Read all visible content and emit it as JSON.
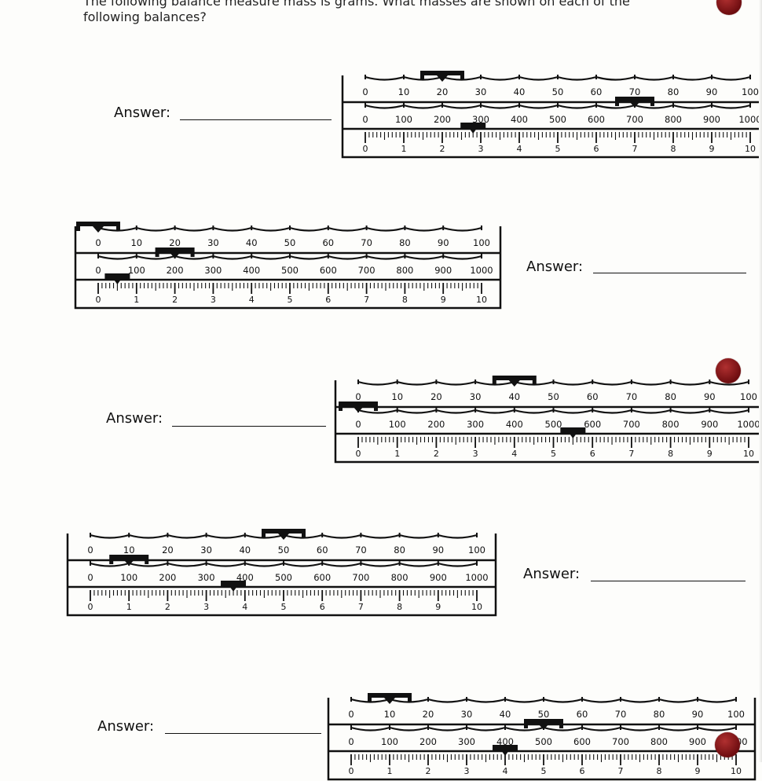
{
  "header": {
    "line1": "The following balance measure mass is grams.  What masses are shown on each of the",
    "line2": "following balances?"
  },
  "answer_label": "Answer:",
  "scales": {
    "tens": [
      "0",
      "10",
      "20",
      "30",
      "40",
      "50",
      "60",
      "70",
      "80",
      "90",
      "100"
    ],
    "hundreds": [
      "0",
      "100",
      "200",
      "300",
      "400",
      "500",
      "600",
      "700",
      "800",
      "900",
      "1000"
    ],
    "units": [
      "0",
      "1",
      "2",
      "3",
      "4",
      "5",
      "6",
      "7",
      "8",
      "9",
      "10"
    ]
  },
  "balances": [
    {
      "name": "balance-1",
      "tens_rider": 20,
      "hundreds_rider": 700,
      "units_rider": 2.8
    },
    {
      "name": "balance-2",
      "tens_rider": 0,
      "hundreds_rider": 200,
      "units_rider": 0.5
    },
    {
      "name": "balance-3",
      "tens_rider": 40,
      "hundreds_rider": 0,
      "units_rider": 5.5
    },
    {
      "name": "balance-4",
      "tens_rider": 50,
      "hundreds_rider": 100,
      "units_rider": 3.7
    },
    {
      "name": "balance-5",
      "tens_rider": 10,
      "hundreds_rider": 500,
      "units_rider": 4
    }
  ],
  "colors": {
    "ink": "#111111",
    "dot": "#7a1518"
  }
}
